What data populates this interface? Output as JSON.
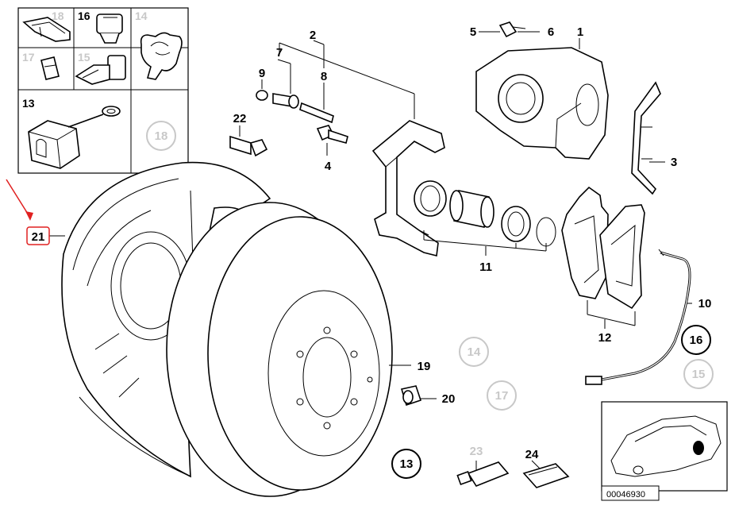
{
  "image_id": "00046930",
  "highlight_color": "#e02020",
  "highlighted_part": "21",
  "inset_grid": {
    "cells": [
      {
        "label": "18",
        "faded": true
      },
      {
        "label": "16",
        "faded": false
      },
      {
        "label": "14",
        "faded": true
      },
      {
        "label": "17",
        "faded": true
      },
      {
        "label": "15",
        "faded": true
      },
      {
        "label": "13",
        "faded": false
      }
    ]
  },
  "callouts": {
    "c1": "1",
    "c2": "2",
    "c3": "3",
    "c4": "4",
    "c5": "5",
    "c6": "6",
    "c7": "7",
    "c8": "8",
    "c9": "9",
    "c10": "10",
    "c11": "11",
    "c12": "12",
    "c19": "19",
    "c20": "20",
    "c21": "21",
    "c22": "22",
    "c23": "23",
    "c24": "24"
  },
  "circled_refs": {
    "r18": "18",
    "r14": "14",
    "r17": "17",
    "r16": "16",
    "r15": "15",
    "r13": "13"
  }
}
